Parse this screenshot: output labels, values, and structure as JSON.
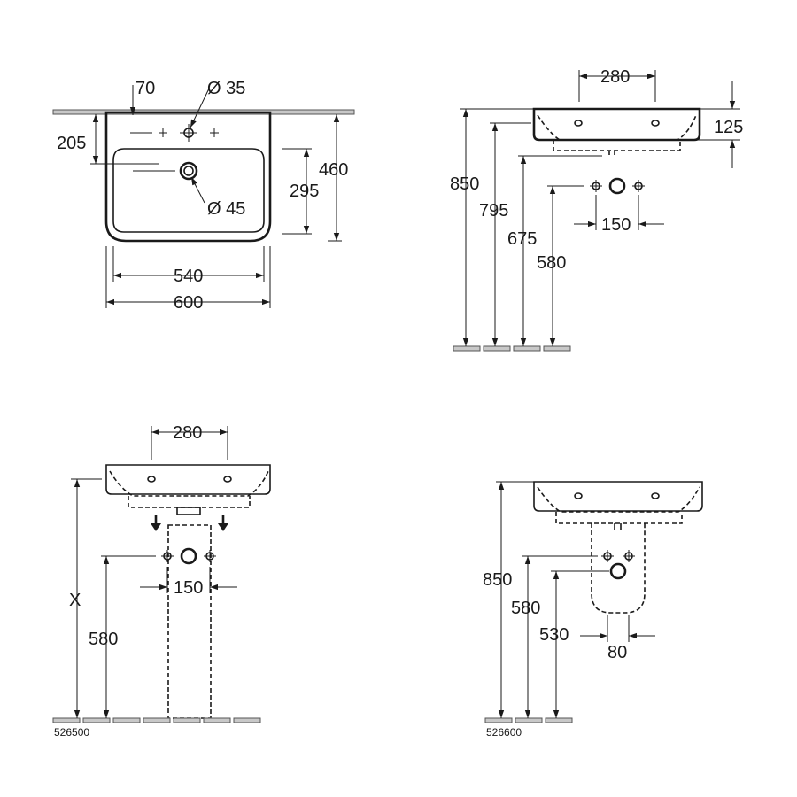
{
  "dims": {
    "top_view": {
      "d70": "70",
      "d35": "Ø 35",
      "d205": "205",
      "d45": "Ø 45",
      "d295": "295",
      "d460": "460",
      "d540": "540",
      "d600": "600"
    },
    "side_view": {
      "d280": "280",
      "d125": "125",
      "d850": "850",
      "d795": "795",
      "d675": "675",
      "d580": "580",
      "d150": "150"
    },
    "pedestal_view": {
      "d280": "280",
      "dx": "X",
      "d150": "150",
      "d580": "580",
      "code": "526500"
    },
    "semipedestal_view": {
      "d850": "850",
      "d580": "580",
      "d530": "530",
      "d80": "80",
      "code": "526600"
    }
  }
}
